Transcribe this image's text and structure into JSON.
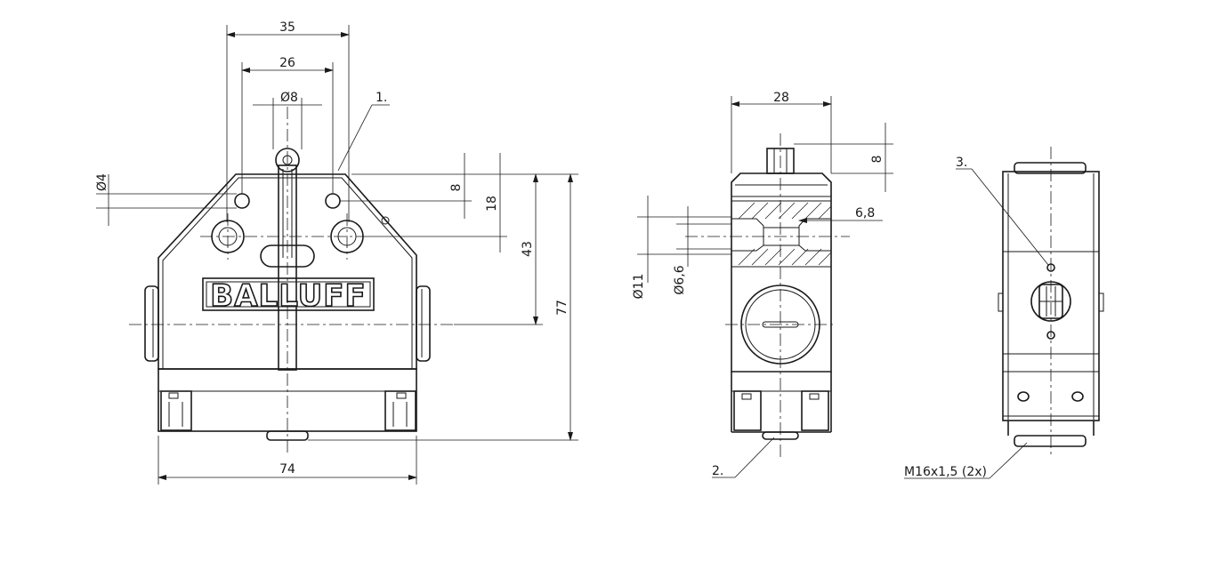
{
  "brand": "BALLUFF",
  "dimensions": {
    "d35": "35",
    "d26": "26",
    "d8dia": "Ø8",
    "d4dia": "Ø4",
    "d8a": "8",
    "d18": "18",
    "d43": "43",
    "d77": "77",
    "d74": "74",
    "d28": "28",
    "d8b": "8",
    "d68": "6,8",
    "d11dia": "Ø11",
    "d66dia": "Ø6,6",
    "thread": "M16x1,5 (2x)"
  },
  "callouts": {
    "c1": "1.",
    "c2": "2.",
    "c3": "3."
  }
}
